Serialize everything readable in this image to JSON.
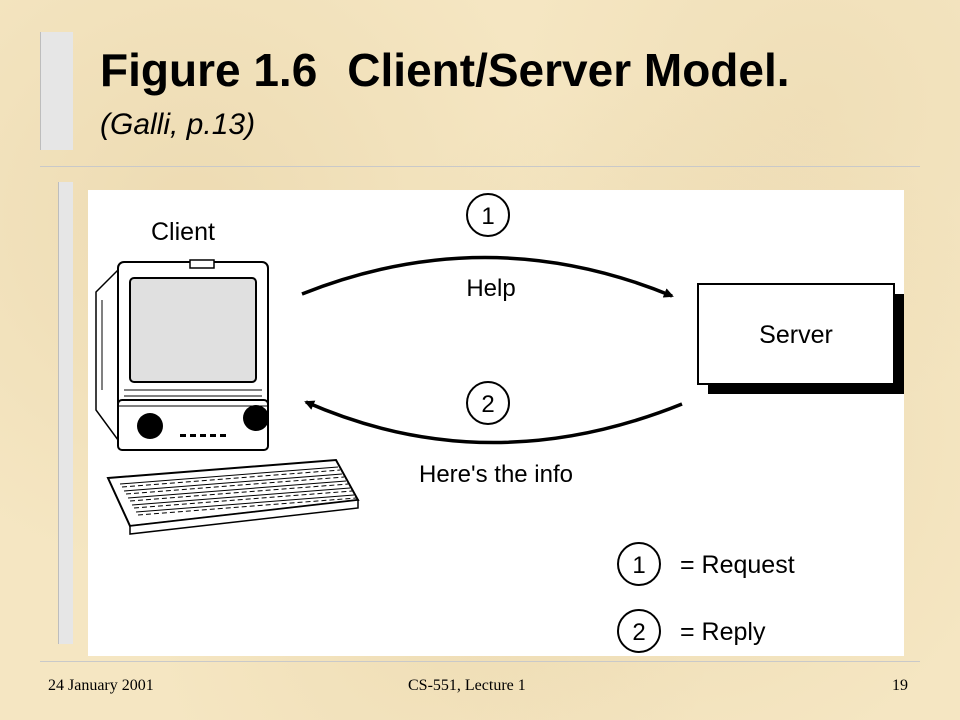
{
  "slide": {
    "figure_label": "Figure 1.6",
    "title_text": "Client/Server Model.",
    "subtitle": "(Galli, p.13)"
  },
  "diagram": {
    "client_label": "Client",
    "server_label": "Server",
    "step1_number": "1",
    "step1_message": "Help",
    "step2_number": "2",
    "step2_message": "Here's the info",
    "legend": [
      {
        "number": "1",
        "meaning": "= Request"
      },
      {
        "number": "2",
        "meaning": "= Reply"
      }
    ]
  },
  "footer": {
    "date": "24 January 2001",
    "course": "CS-551, Lecture 1",
    "page": "19"
  },
  "colors": {
    "background": "#f5e6c2",
    "panel": "#ffffff",
    "ink": "#000000",
    "side_bar": "#e6e6e6"
  }
}
